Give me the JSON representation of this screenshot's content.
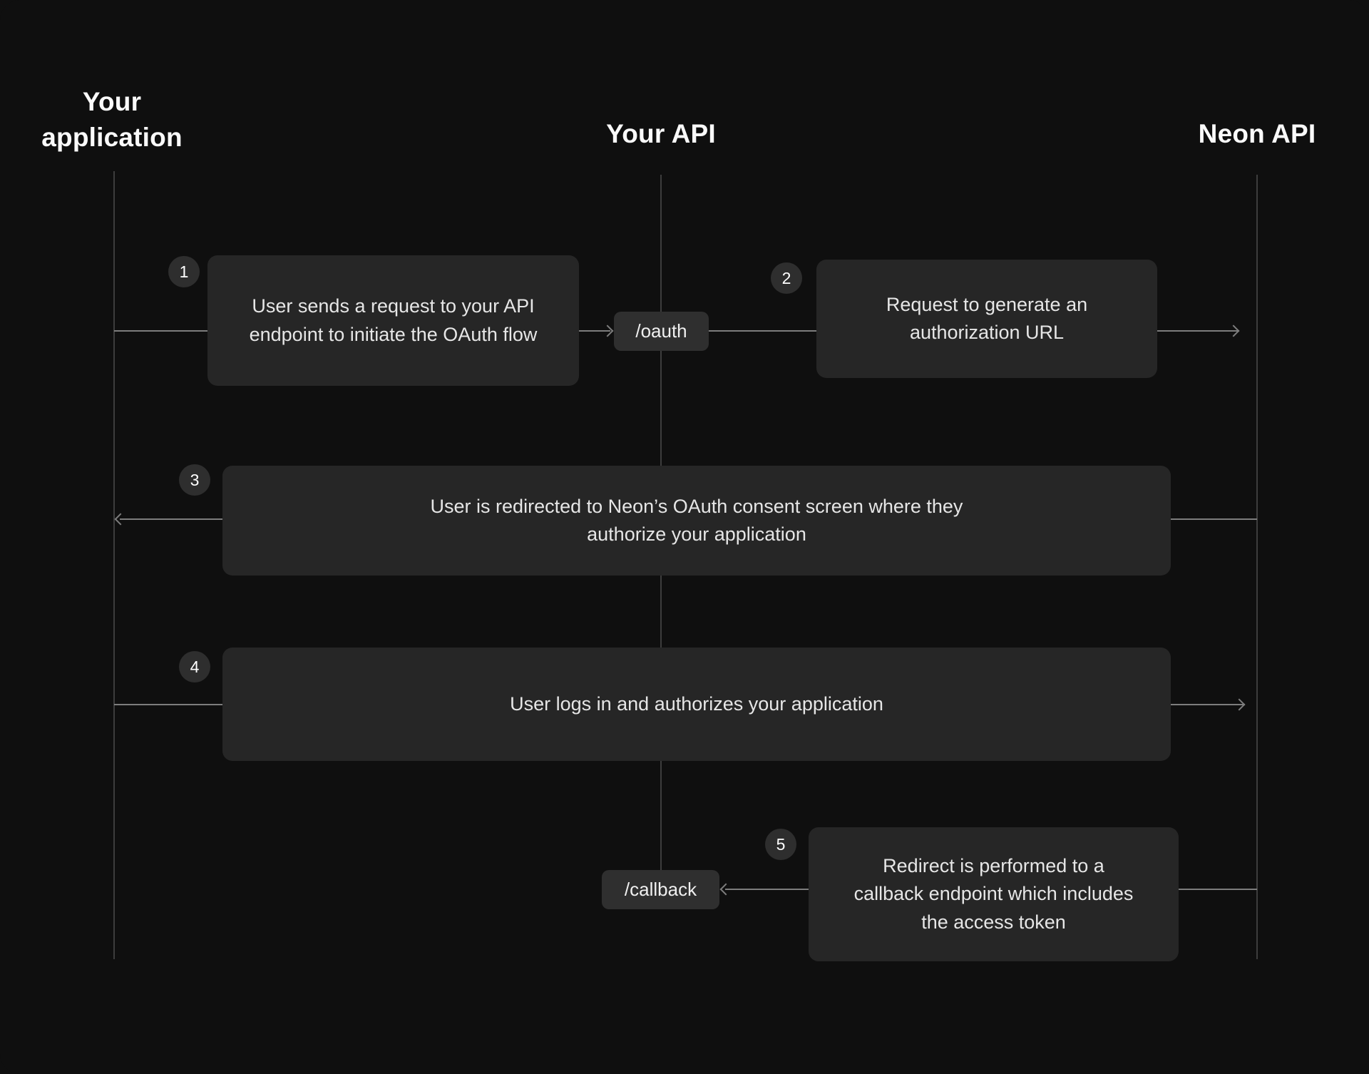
{
  "diagram": {
    "type": "sequence",
    "lanes": [
      {
        "id": "your-application",
        "label": "Your application"
      },
      {
        "id": "your-api",
        "label": "Your API"
      },
      {
        "id": "neon-api",
        "label": "Neon API"
      }
    ],
    "endpoints": {
      "oauth": "/oauth",
      "callback": "/callback"
    },
    "steps": [
      {
        "number": "1",
        "text": "User sends a request to your API endpoint to initiate the OAuth flow"
      },
      {
        "number": "2",
        "text": "Request to generate an authorization URL"
      },
      {
        "number": "3",
        "text": "User is redirected to Neon’s OAuth consent screen where they authorize your application"
      },
      {
        "number": "4",
        "text": "User logs in and authorizes your application"
      },
      {
        "number": "5",
        "text": "Redirect is performed to a callback endpoint which includes the access token"
      }
    ]
  },
  "colors": {
    "bg": "#0f0f0f",
    "box": "#262626",
    "chip": "#2f2f2f",
    "badge": "#2e2e2e",
    "text": "#e6e6e6",
    "heading": "#fafafa",
    "lifeline": "#3d3d3d",
    "connector": "#7d7d7d"
  }
}
